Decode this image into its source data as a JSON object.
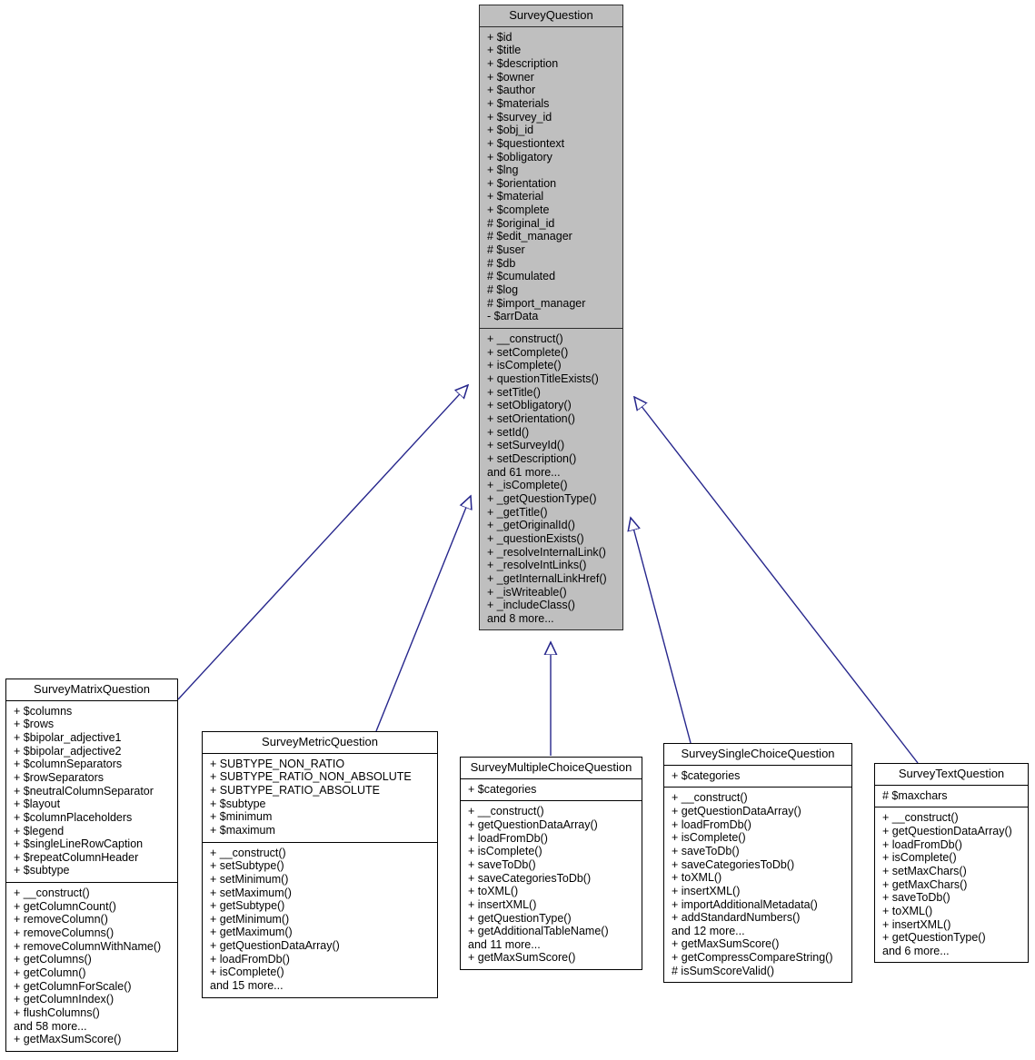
{
  "diagram": {
    "kind": "uml-class-inheritance-diagram",
    "colors": {
      "base_fill": "#bfbfbf",
      "derived_fill": "#ffffff",
      "border": "#000000",
      "base_border": "#2b2b2b",
      "connector": "#26268c"
    }
  },
  "classes": {
    "survey_question": {
      "name": "SurveyQuestion",
      "attributes": [
        "+ $id",
        "+ $title",
        "+ $description",
        "+ $owner",
        "+ $author",
        "+ $materials",
        "+ $survey_id",
        "+ $obj_id",
        "+ $questiontext",
        "+ $obligatory",
        "+ $lng",
        "+ $orientation",
        "+ $material",
        "+ $complete",
        "# $original_id",
        "# $edit_manager",
        "# $user",
        "# $db",
        "# $cumulated",
        "# $log",
        "# $import_manager",
        "- $arrData"
      ],
      "operations": [
        "+ __construct()",
        "+ setComplete()",
        "+ isComplete()",
        "+ questionTitleExists()",
        "+ setTitle()",
        "+ setObligatory()",
        "+ setOrientation()",
        "+ setId()",
        "+ setSurveyId()",
        "+ setDescription()",
        "and 61 more...",
        "+ _isComplete()",
        "+ _getQuestionType()",
        "+ _getTitle()",
        "+ _getOriginalId()",
        "+ _questionExists()",
        "+ _resolveInternalLink()",
        "+ _resolveIntLinks()",
        "+ _getInternalLinkHref()",
        "+ _isWriteable()",
        "+ _includeClass()",
        "and 8 more..."
      ]
    },
    "survey_matrix_question": {
      "name": "SurveyMatrixQuestion",
      "attributes": [
        "+ $columns",
        "+ $rows",
        "+ $bipolar_adjective1",
        "+ $bipolar_adjective2",
        "+ $columnSeparators",
        "+ $rowSeparators",
        "+ $neutralColumnSeparator",
        "+ $layout",
        "+ $columnPlaceholders",
        "+ $legend",
        "+ $singleLineRowCaption",
        "+ $repeatColumnHeader",
        "+ $subtype"
      ],
      "operations": [
        "+ __construct()",
        "+ getColumnCount()",
        "+ removeColumn()",
        "+ removeColumns()",
        "+ removeColumnWithName()",
        "+ getColumns()",
        "+ getColumn()",
        "+ getColumnForScale()",
        "+ getColumnIndex()",
        "+ flushColumns()",
        "and 58 more...",
        "+ getMaxSumScore()"
      ]
    },
    "survey_metric_question": {
      "name": "SurveyMetricQuestion",
      "attributes": [
        "+ SUBTYPE_NON_RATIO",
        "+ SUBTYPE_RATIO_NON_ABSOLUTE",
        "+ SUBTYPE_RATIO_ABSOLUTE",
        "+ $subtype",
        "+ $minimum",
        "+ $maximum"
      ],
      "operations": [
        "+ __construct()",
        "+ setSubtype()",
        "+ setMinimum()",
        "+ setMaximum()",
        "+ getSubtype()",
        "+ getMinimum()",
        "+ getMaximum()",
        "+ getQuestionDataArray()",
        "+ loadFromDb()",
        "+ isComplete()",
        "and 15 more..."
      ]
    },
    "survey_multiple_choice_question": {
      "name": "SurveyMultipleChoiceQuestion",
      "attributes": [
        "+ $categories"
      ],
      "operations": [
        "+ __construct()",
        "+ getQuestionDataArray()",
        "+ loadFromDb()",
        "+ isComplete()",
        "+ saveToDb()",
        "+ saveCategoriesToDb()",
        "+ toXML()",
        "+ insertXML()",
        "+ getQuestionType()",
        "+ getAdditionalTableName()",
        "and 11 more...",
        "+ getMaxSumScore()"
      ]
    },
    "survey_single_choice_question": {
      "name": "SurveySingleChoiceQuestion",
      "attributes": [
        "+ $categories"
      ],
      "operations": [
        "+ __construct()",
        "+ getQuestionDataArray()",
        "+ loadFromDb()",
        "+ isComplete()",
        "+ saveToDb()",
        "+ saveCategoriesToDb()",
        "+ toXML()",
        "+ insertXML()",
        "+ importAdditionalMetadata()",
        "+ addStandardNumbers()",
        "and 12 more...",
        "+ getMaxSumScore()",
        "+ getCompressCompareString()",
        "# isSumScoreValid()"
      ]
    },
    "survey_text_question": {
      "name": "SurveyTextQuestion",
      "attributes": [
        "# $maxchars"
      ],
      "operations": [
        "+ __construct()",
        "+ getQuestionDataArray()",
        "+ loadFromDb()",
        "+ isComplete()",
        "+ setMaxChars()",
        "+ getMaxChars()",
        "+ saveToDb()",
        "+ toXML()",
        "+ insertXML()",
        "+ getQuestionType()",
        "and 6 more..."
      ]
    }
  }
}
